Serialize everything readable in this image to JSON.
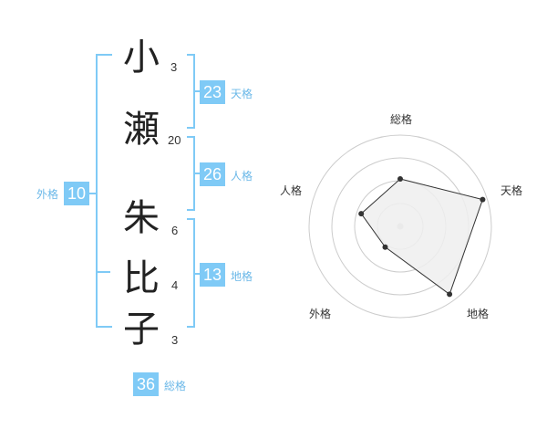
{
  "name": {
    "chars": [
      {
        "char": "小",
        "strokes": "3"
      },
      {
        "char": "瀬",
        "strokes": "20"
      },
      {
        "char": "朱",
        "strokes": "6"
      },
      {
        "char": "比",
        "strokes": "4"
      },
      {
        "char": "子",
        "strokes": "3"
      }
    ]
  },
  "kaku": {
    "tenkaku": {
      "value": "23",
      "label": "天格"
    },
    "jinkaku": {
      "value": "26",
      "label": "人格"
    },
    "chikaku": {
      "value": "13",
      "label": "地格"
    },
    "gaikaku": {
      "value": "10",
      "label": "外格"
    },
    "soukaku": {
      "value": "36",
      "label": "総格"
    }
  },
  "colors": {
    "accent": "#7fcaf6",
    "bracket": "#7fcaf6",
    "radar_fill": "#efefef",
    "radar_stroke": "#333333"
  },
  "chart_data": {
    "type": "radar",
    "categories": [
      "総格",
      "天格",
      "地格",
      "外格",
      "人格"
    ],
    "values": [
      0.52,
      0.95,
      0.92,
      0.28,
      0.45
    ],
    "scale_rings": 4,
    "max": 1
  }
}
